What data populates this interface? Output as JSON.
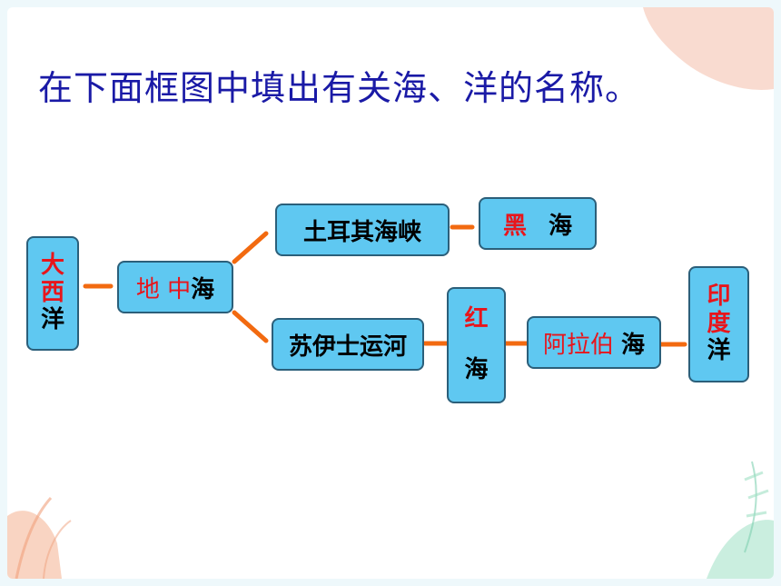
{
  "title": "在下面框图中填出有关海、洋的名称。",
  "colors": {
    "title": "#1a1aa6",
    "box_fill": "#5fc8f1",
    "box_border": "#2b5f7a",
    "connector": "#f26a10",
    "answer_text": "#e8151b",
    "given_text": "#000000"
  },
  "nodes": {
    "atlantic": {
      "chars": [
        "大",
        "西",
        "洋"
      ]
    },
    "mediterranean": {
      "answer": "地 中",
      "suffix": "海"
    },
    "turkish_strait": {
      "label": "土耳其海峡"
    },
    "black_sea": {
      "answer": "黑",
      "suffix": "海"
    },
    "suez_canal": {
      "label": "苏伊士运河"
    },
    "red_sea": {
      "answer": "红",
      "suffix": "海"
    },
    "arabian_sea": {
      "answer": "阿拉伯",
      "suffix": "海"
    },
    "indian_ocean": {
      "answer_chars": [
        "印",
        "度"
      ],
      "suffix": "洋"
    }
  }
}
